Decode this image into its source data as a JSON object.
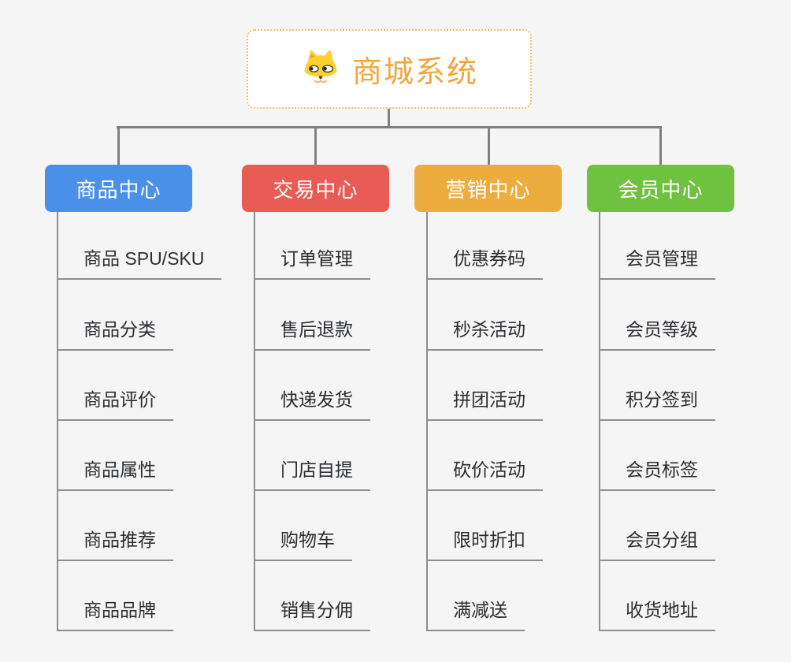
{
  "background_color": "#f5f5f5",
  "connector_color": "#7f7f7f",
  "root": {
    "title": "商城系统",
    "icon": "doge-icon",
    "title_color": "#f0a63e",
    "border_color": "#f3bb6a"
  },
  "branches": [
    {
      "label": "商品中心",
      "color": "#4a90e8",
      "items": [
        "商品 SPU/SKU",
        "商品分类",
        "商品评价",
        "商品属性",
        "商品推荐",
        "商品品牌"
      ]
    },
    {
      "label": "交易中心",
      "color": "#e85c55",
      "items": [
        "订单管理",
        "售后退款",
        "快递发货",
        "门店自提",
        "购物车",
        "销售分佣"
      ]
    },
    {
      "label": "营销中心",
      "color": "#ecac3e",
      "items": [
        "优惠券码",
        "秒杀活动",
        "拼团活动",
        "砍价活动",
        "限时折扣",
        "满减送"
      ]
    },
    {
      "label": "会员中心",
      "color": "#6fc23f",
      "items": [
        "会员管理",
        "会员等级",
        "积分签到",
        "会员标签",
        "会员分组",
        "收货地址"
      ]
    }
  ]
}
